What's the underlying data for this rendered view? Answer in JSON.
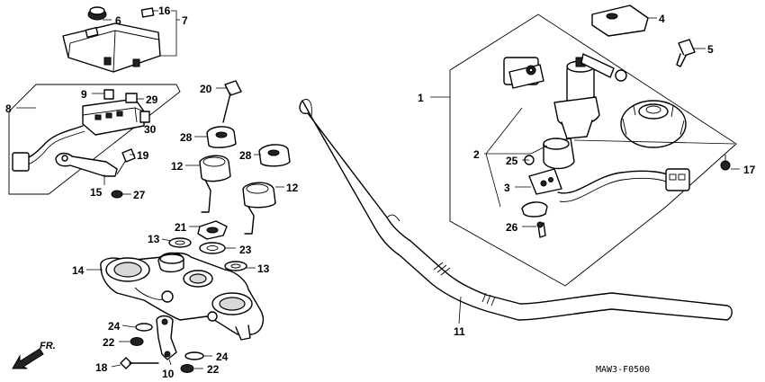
{
  "diagram_code": "MAW3-F0500",
  "direction_label": "FR.",
  "callouts": {
    "c1": "1",
    "c2": "2",
    "c3": "3",
    "c4": "4",
    "c5": "5",
    "c6": "6",
    "c7": "7",
    "c8": "8",
    "c9": "9",
    "c10": "10",
    "c11": "11",
    "c12a": "12",
    "c12b": "12",
    "c13a": "13",
    "c13b": "13",
    "c14": "14",
    "c15": "15",
    "c16": "16",
    "c17": "17",
    "c18": "18",
    "c19": "19",
    "c20": "20",
    "c21": "21",
    "c22a": "22",
    "c22b": "22",
    "c23": "23",
    "c24a": "24",
    "c24b": "24",
    "c25": "25",
    "c26": "26",
    "c27": "27",
    "c28a": "28",
    "c28b": "28",
    "c29": "29",
    "c30": "30"
  }
}
